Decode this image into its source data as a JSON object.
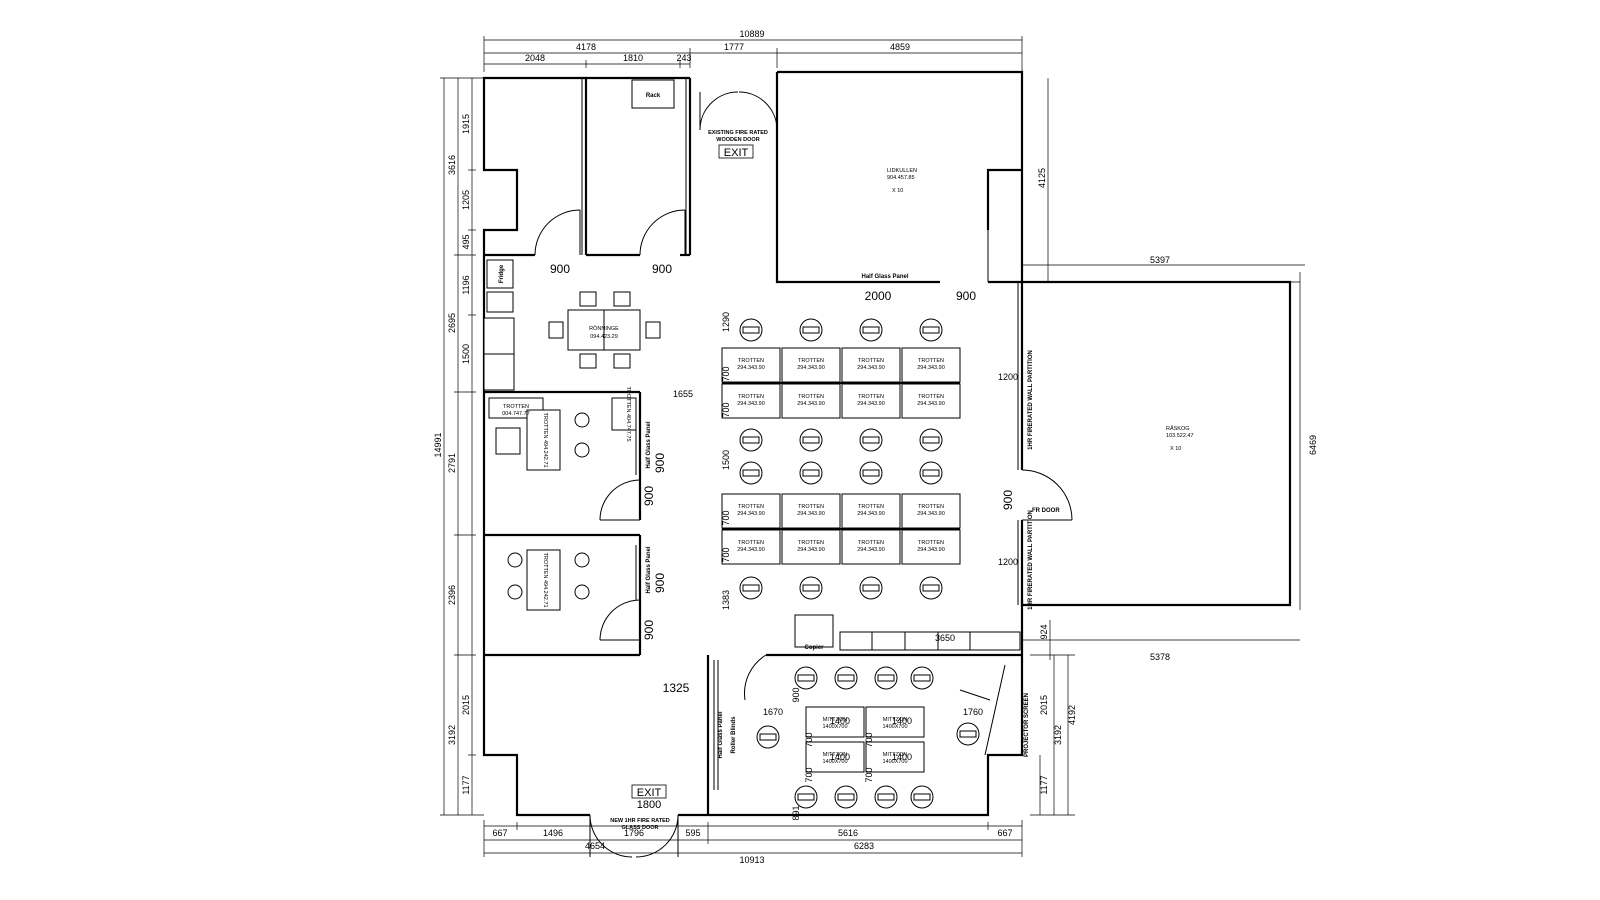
{
  "dims": {
    "top_total": "10889",
    "top_seg_1": "4178",
    "top_seg_2": "1777",
    "top_seg_3": "4859",
    "top_sub_1": "2048",
    "top_sub_2": "1810",
    "top_sub_3": "243",
    "left_total": "14991",
    "left_1": "3616",
    "left_2": "2695",
    "left_3": "2791",
    "left_4": "2396",
    "left_5": "3192",
    "left_s1": "1915",
    "left_s2": "1205",
    "left_s3": "495",
    "left_s4": "1196",
    "left_s5": "1500",
    "left_s6": "2015",
    "left_s7": "1177",
    "right_1": "4125",
    "right_2": "6469",
    "right_3": "924",
    "right_4": "4192",
    "right_5": "2015",
    "right_6": "3192",
    "right_7": "1177",
    "right_top": "5397",
    "right_bottom": "5378",
    "bottom_1": "667",
    "bottom_2": "1496",
    "bottom_3": "1796",
    "bottom_4": "595",
    "bottom_5": "5616",
    "bottom_6": "667",
    "bottom_7": "4654",
    "bottom_8": "6283",
    "bottom_total": "10913",
    "door_900": "900",
    "glass_2000": "2000",
    "mid_1655": "1655",
    "mid_1325": "1325",
    "mid_1290": "1290",
    "mid_700": "700",
    "mid_1500": "1500",
    "mid_1383": "1383",
    "mid_1200": "1200",
    "mid_3650": "3650",
    "mid_1670": "1670",
    "mid_1760": "1760",
    "mid_1400": "1400",
    "mid_891": "891",
    "exit_1800": "1800"
  },
  "labels": {
    "rack": "Rack",
    "fire_door_1": "EXISTING FIRE RATED",
    "fire_door_2": "WOODEN DOOR",
    "exit": "EXIT",
    "lidkullen_1": "LIDKULLEN",
    "lidkullen_2": "904.457.85",
    "lidkullen_3": "X 10",
    "half_glass": "Half Glass Panel",
    "fridge": "Fridge",
    "ronninge_1": "RÖNNINGE",
    "ronninge_2": "094.423.29",
    "trotten": "TROTTEN",
    "trotten_code": "294.343.90",
    "trotten_004_1": "TROTTEN",
    "trotten_004_2": "004.747.77",
    "trotten_side": "TROTTEN 404.747.75",
    "trotten_rot": "TROTTEN 494.242.71",
    "partition": "1HR FIRERATED WALL PARTITION",
    "fr_door": "FR DOOR",
    "raskog_1": "RÅSKOG",
    "raskog_2": "103.522.47",
    "raskog_3": "X 10",
    "copier": "Copier",
    "roller_blinds": "Roller Blinds",
    "mittzon": "MITTZON",
    "mittzon_size": "1400X700",
    "projector": "PROJECTOR SCREEN",
    "glass_door_1": "NEW 1HR FIRE RATED",
    "glass_door_2": "GLASS DOOR",
    "exit_bottom": "EXIT"
  }
}
